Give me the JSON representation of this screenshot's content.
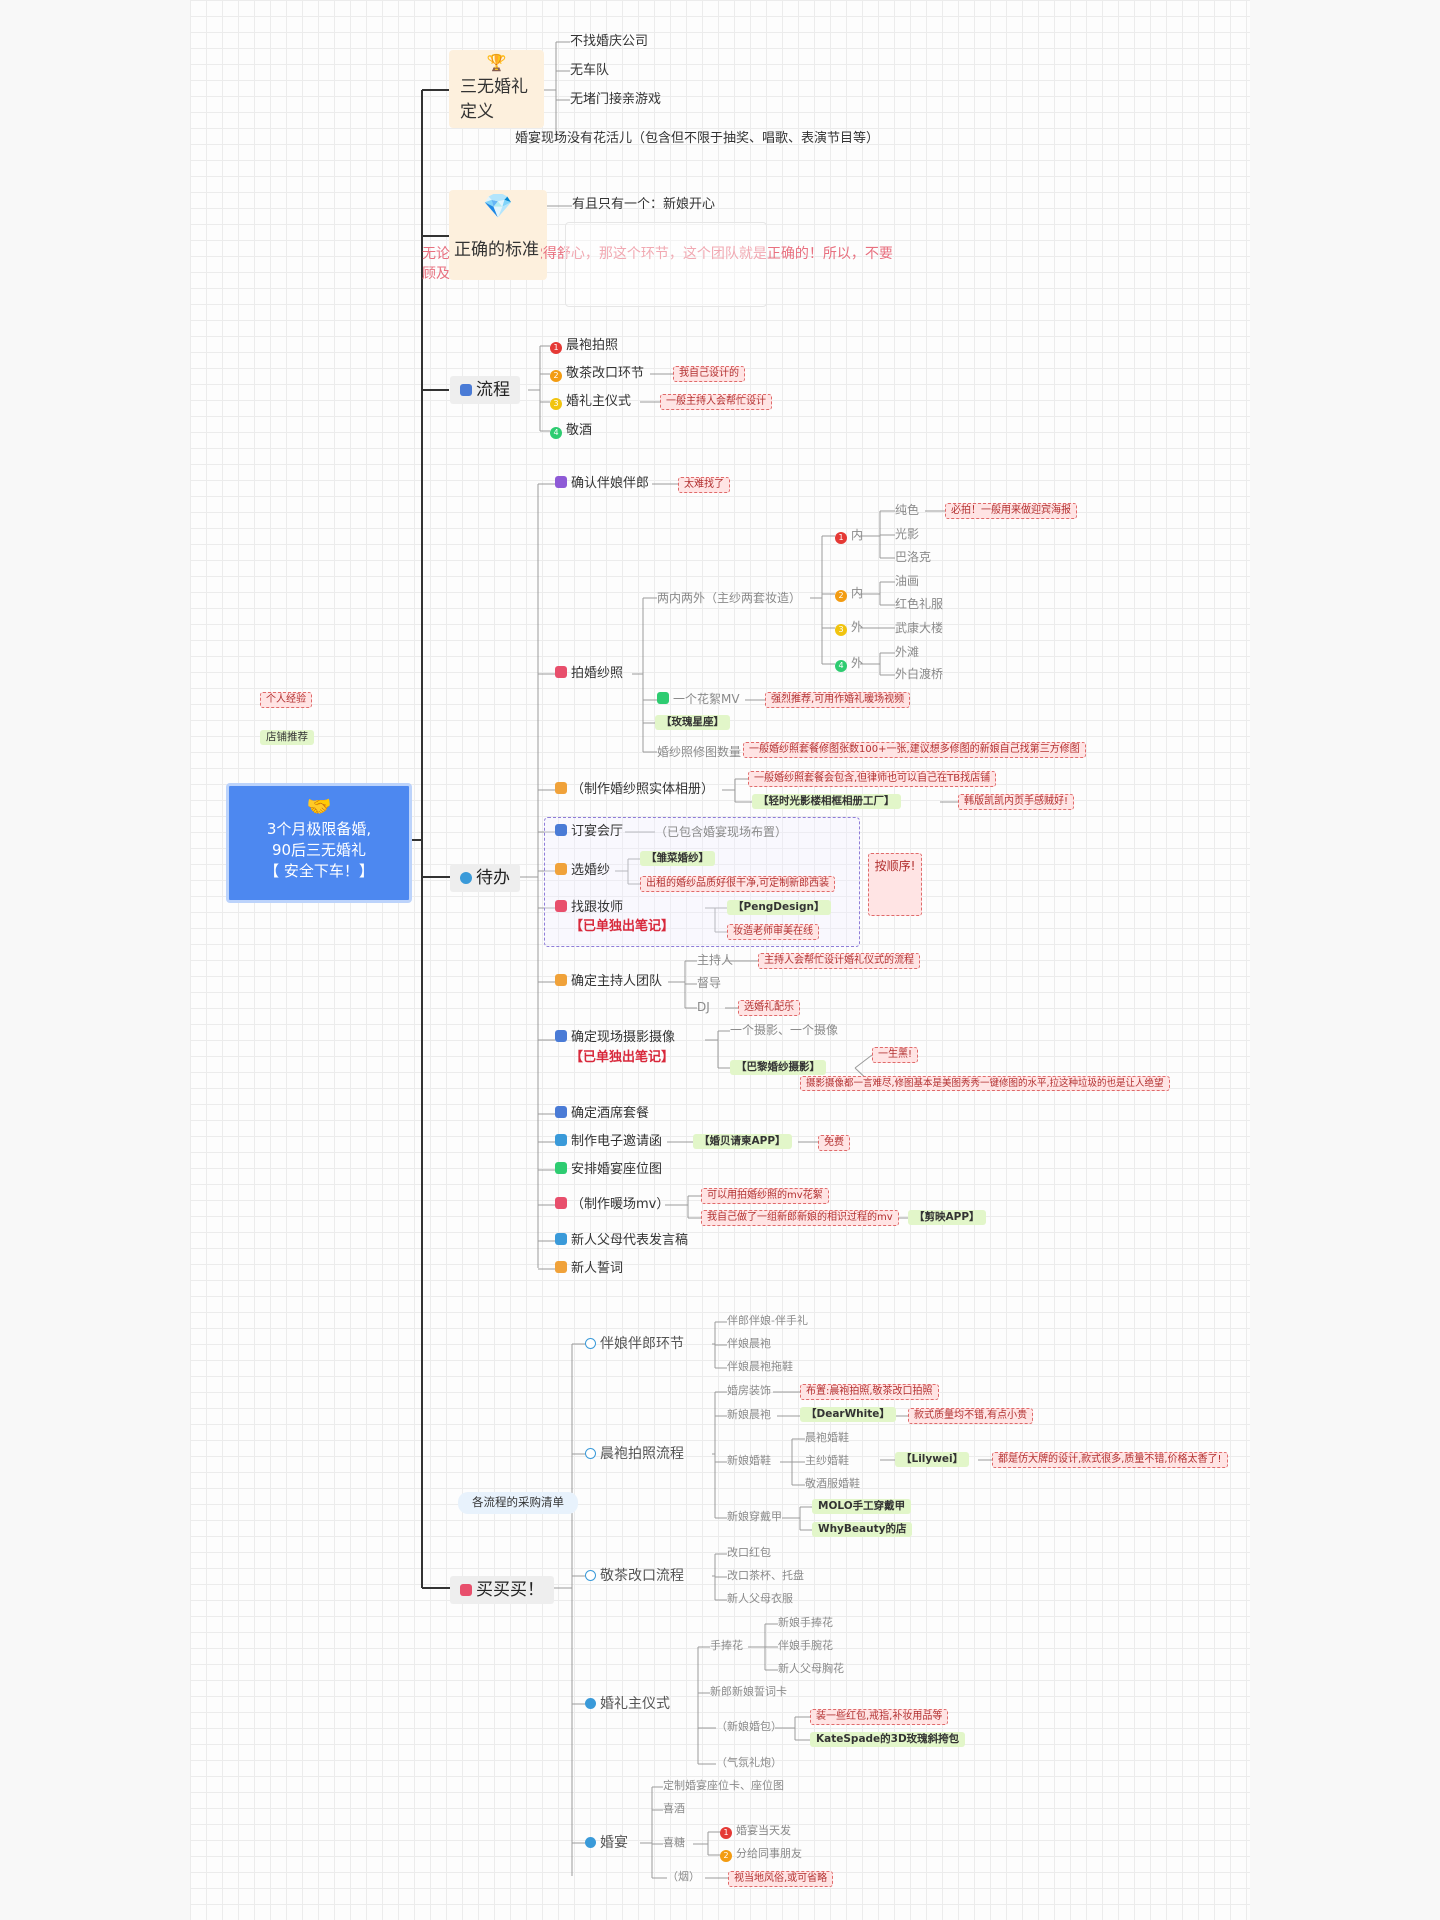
{
  "root": {
    "icon": "handshake-icon",
    "l1": "3个月极限备婚,",
    "l2": "90后三无婚礼",
    "l3": "【 安全下车！】"
  },
  "legend": {
    "personal": "个人经验",
    "shop": "店铺推荐"
  },
  "def": {
    "l1": "三无婚礼",
    "l2": "定义",
    "a": "不找婚庆公司",
    "b": "无车队",
    "c": "无堵门接亲游戏",
    "d": "婚宴现场没有花活儿（包含但不限于抽奖、唱歌、表演节目等）"
  },
  "std": {
    "title": "正确的标准",
    "a": "有且只有一个：新娘开心",
    "overlay": "无论 正确的标准 觉得舒心，那这个环节，这个团队就是正确的！所以，不要",
    "overlay2": "顾及"
  },
  "flow": {
    "title": "流程",
    "a": "晨袍拍照",
    "b": "敬茶改口环节",
    "c": "婚礼主仪式",
    "d": "敬酒",
    "bn": "我自己设计的",
    "cn": "一般主持人会帮忙设计"
  },
  "todo": {
    "title": "待办",
    "bridal": "确认伴娘伴郎",
    "bridal_n": "太难找了",
    "photo": "拍婚纱照",
    "photo_sub": "两内两外（主纱两套妆造）",
    "i1": "内",
    "i2": "内",
    "i3": "外",
    "i4": "外",
    "s1a": "纯色",
    "s1b": "光影",
    "s1c": "巴洛克",
    "s1n": "必拍！一般用来做迎宾海报",
    "s2a": "油画",
    "s2b": "红色礼服",
    "s3a": "武康大楼",
    "s4a": "外滩",
    "s4b": "外白渡桥",
    "mv": "一个花絮MV",
    "mv_n": "强烈推荐,可用作婚礼暖场视频",
    "rose": "【玫瑰星座】",
    "pnum": "婚纱照修图数量",
    "pnum_n": "一般婚纱照套餐修图张数100+一张,建议想多修图的新娘自己找第三方修图",
    "album": "（制作婚纱照实体相册）",
    "album_n": "一般婚纱照套餐会包含,但律师也可以自己在TB找店铺",
    "album_shop": "【轻时光影楼相框相册工厂】",
    "album_n2": "韩版凯凯内页手感贼好!",
    "venue": "订宴会厅",
    "venue_n": "（已包含婚宴现场布置）",
    "dress": "选婚纱",
    "dress_shop": "【雏菜婚纱】",
    "dress_n": "出租的婚纱品质好很干净,可定制新郎西装",
    "order": "按顺序!",
    "mua1": "找跟妆师",
    "mua2": "【已单独出笔记】",
    "mua_shop": "【PengDesign】",
    "mua_n": "妆造老师审美在线",
    "host": "确定主持人团队",
    "host1": "主持人",
    "host2": "督导",
    "host3": "DJ",
    "host1n": "主持人会帮忙设计婚礼仪式的流程",
    "host3n": "选婚礼配乐",
    "cam1": "确定现场摄影摄像",
    "cam2": "【已单独出笔记】",
    "cam_s1": "一个摄影、一个摄像",
    "cam_shop": "【巴黎婚纱摄影】",
    "cam_n1": "一生黑!",
    "cam_n2": "摄影摄像都一言难尽,修图基本是美图秀秀一键修图的水平,拉这种垃圾的也是让人绝望",
    "hotel": "确定酒席套餐",
    "invite": "制作电子邀请函",
    "invite_shop": "【婚贝请柬APP】",
    "invite_n": "免费",
    "seat": "安排婚宴座位图",
    "warm": "（制作暖场mv）",
    "warm_n1": "可以用拍婚纱照的mv花絮",
    "warm_n2": "我自己做了一组新郎新娘的相识过程的mv",
    "warm_shop": "【剪映APP】",
    "speech": "新人父母代表发言稿",
    "vow": "新人誓词"
  },
  "buy": {
    "title": "买买买！",
    "list": "各流程的采购清单",
    "bm": "伴娘伴郎环节",
    "bm1": "伴郎伴娘-伴手礼",
    "bm2": "伴娘晨袍",
    "bm3": "伴娘晨袍拖鞋",
    "mp": "晨袍拍照流程",
    "mp1": "婚房装饰",
    "mp1n": "布置:晨袍拍照,敬茶改口拍照",
    "mp2": "新娘晨袍",
    "mp2shop": "【DearWhite】",
    "mp2n": "款式质量均不错,有点小贵",
    "mp3": "新娘婚鞋",
    "mp3a": "晨袍婚鞋",
    "mp3b": "主纱婚鞋",
    "mp3c": "敬酒服婚鞋",
    "mp3shop": "【Lilywei】",
    "mp3n": "都是仿大牌的设计,款式很多,质量不错,价格太香了!",
    "mp4": "新娘穿戴甲",
    "mp4a": "MOLO手工穿戴甲",
    "mp4b": "WhyBeauty的店",
    "tea": "敬茶改口流程",
    "tea1": "改口红包",
    "tea2": "改口茶杯、托盘",
    "tea3": "新人父母衣服",
    "cer": "婚礼主仪式",
    "cer1": "手捧花",
    "cer1a": "新娘手捧花",
    "cer1b": "伴娘手腕花",
    "cer1c": "新人父母胸花",
    "cer2": "新郎新娘誓词卡",
    "cer3": "（新娘婚包）",
    "cer3n": "装一些红包,戒指,补妆用品等",
    "cer3shop": "KateSpade的3D玫瑰斜挎包",
    "cer4": "（气氛礼炮）",
    "ban": "婚宴",
    "ban1": "定制婚宴座位卡、座位图",
    "ban2": "喜酒",
    "ban3": "喜糖",
    "ban3a": "婚宴当天发",
    "ban3b": "分给同事朋友",
    "ban4": "（烟）",
    "ban4n": "视当地风俗,或可省略"
  },
  "colors": {
    "root": "#4d88f0",
    "line": "#333333",
    "note_bg": "#ffe4e4",
    "shop_bg": "#e2f6c9"
  }
}
